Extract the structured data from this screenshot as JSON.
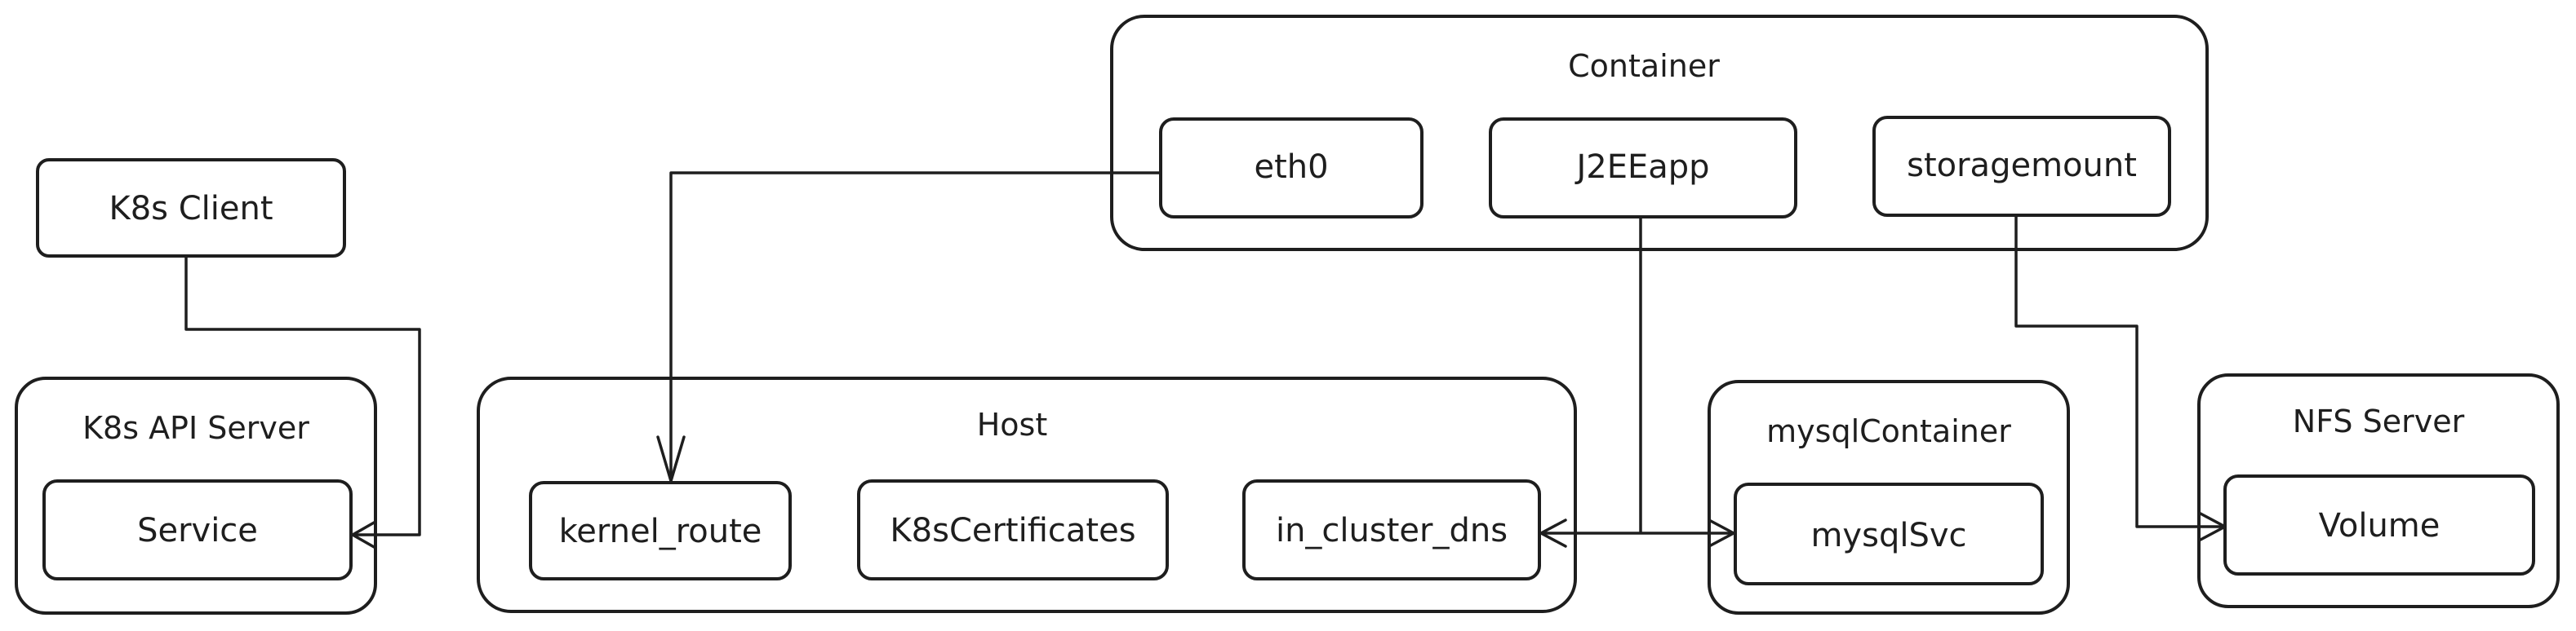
{
  "diagram": {
    "container": {
      "title": "Container",
      "eth0": "eth0",
      "j2eeapp": "J2EEapp",
      "storagemount": "storagemount"
    },
    "k8s_client": "K8s Client",
    "k8s_api_server": {
      "title": "K8s API Server",
      "service": "Service"
    },
    "host": {
      "title": "Host",
      "kernel_route": "kernel_route",
      "k8s_certificates": "K8sCertificates",
      "in_cluster_dns": "in_cluster_dns"
    },
    "mysql_container": {
      "title": "mysqlContainer",
      "mysql_svc": "mysqlSvc"
    },
    "nfs_server": {
      "title": "NFS Server",
      "volume": "Volume"
    },
    "colors": {
      "stroke": "#1e1e1e",
      "background": "#ffffff"
    }
  }
}
